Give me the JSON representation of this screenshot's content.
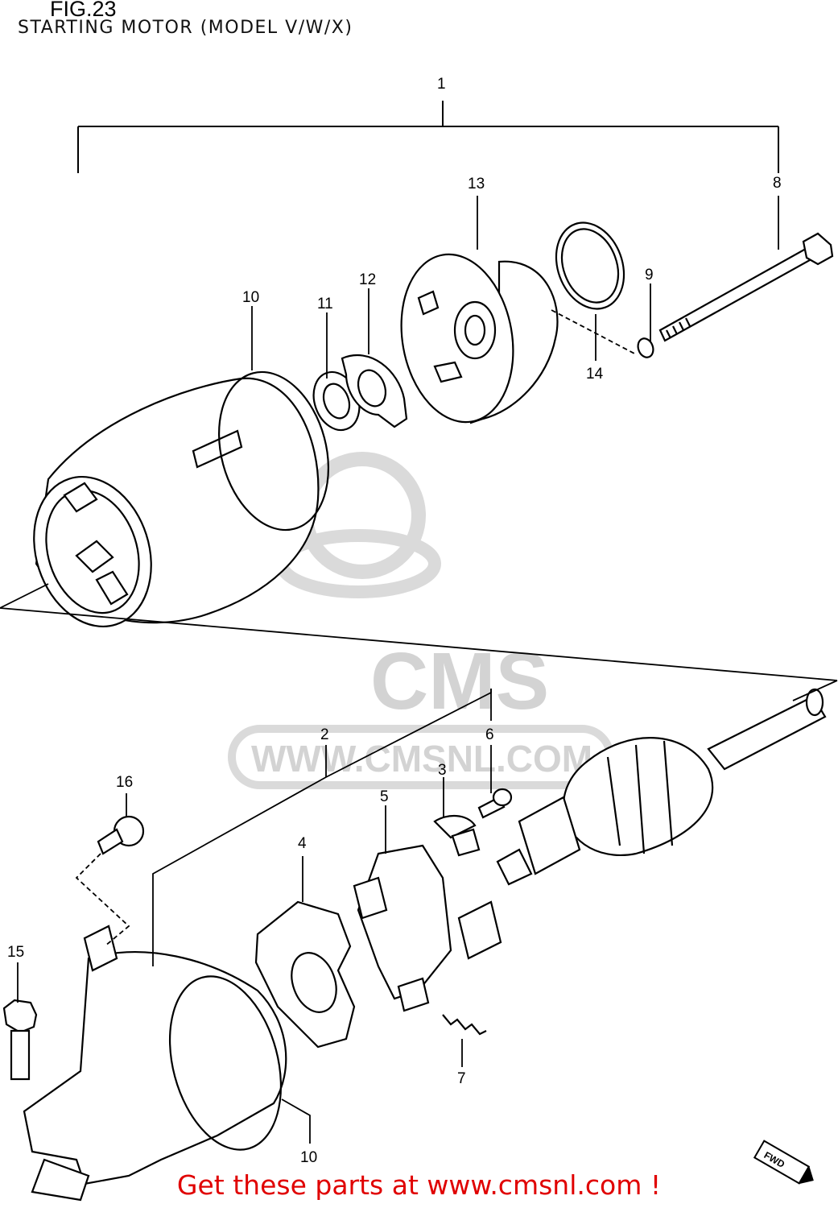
{
  "header": {
    "figure_number": "FIG.23",
    "title": "STARTING MOTOR (MODEL V/W/X)"
  },
  "callouts": [
    {
      "id": "c1",
      "label": "1"
    },
    {
      "id": "c2",
      "label": "2"
    },
    {
      "id": "c3",
      "label": "3"
    },
    {
      "id": "c4",
      "label": "4"
    },
    {
      "id": "c5",
      "label": "5"
    },
    {
      "id": "c6",
      "label": "6"
    },
    {
      "id": "c7",
      "label": "7"
    },
    {
      "id": "c8",
      "label": "8"
    },
    {
      "id": "c9",
      "label": "9"
    },
    {
      "id": "c10a",
      "label": "10"
    },
    {
      "id": "c10b",
      "label": "10"
    },
    {
      "id": "c11",
      "label": "11"
    },
    {
      "id": "c12",
      "label": "12"
    },
    {
      "id": "c13",
      "label": "13"
    },
    {
      "id": "c14",
      "label": "14"
    },
    {
      "id": "c15",
      "label": "15"
    },
    {
      "id": "c16",
      "label": "16"
    }
  ],
  "watermark": {
    "brand": "CMS",
    "url": "WWW.CMSNL.COM"
  },
  "footer": {
    "text": "Get these parts at www.cmsnl.com !"
  },
  "badge": {
    "label": "FWD"
  },
  "colors": {
    "line": "#000000",
    "watermark": "#cfcfcf",
    "footer": "#e00000"
  }
}
